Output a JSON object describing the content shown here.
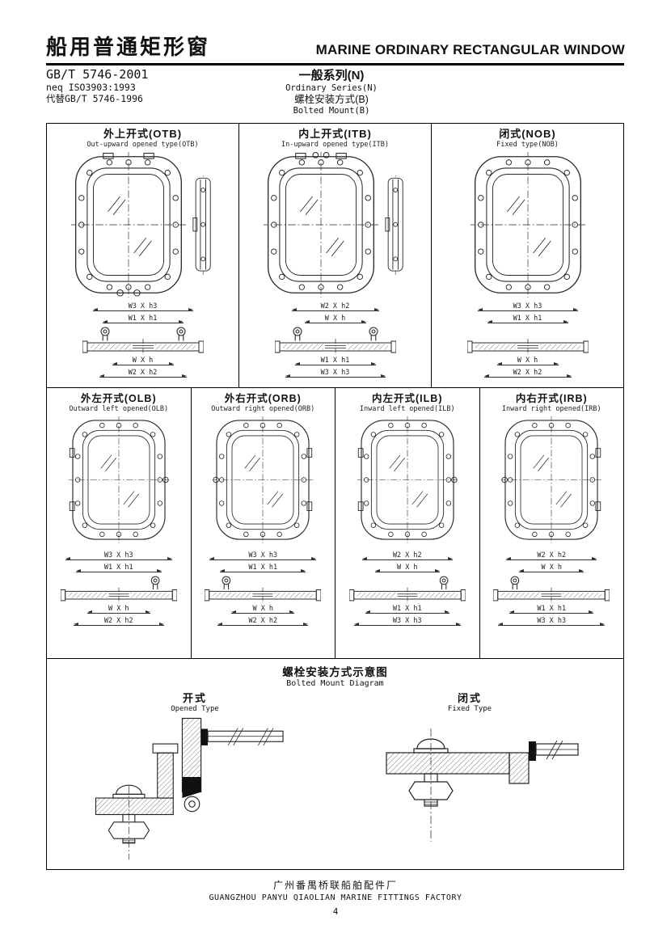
{
  "header": {
    "title_zh": "船用普通矩形窗",
    "title_en": "MARINE ORDINARY RECTANGULAR WINDOW",
    "standard": "GB/T 5746-2001",
    "neq": "neq ISO3903:1993",
    "replaces": "代替GB/T 5746-1996",
    "series_zh": "一般系列(N)",
    "series_en": "Ordinary Series(N)",
    "mount_zh": "螺栓安装方式(B)",
    "mount_en": "Bolted Mount(B)"
  },
  "cells": {
    "otb": {
      "title_zh": "外上开式(OTB)",
      "title_en": "Out-upward opened type(OTB)",
      "dims_top": [
        "W3 X h3",
        "W1 X h1"
      ],
      "dims_bottom": [
        "W X h",
        "W2 X h2"
      ]
    },
    "itb": {
      "title_zh": "内上开式(ITB)",
      "title_en": "In-upward opened type(ITB)",
      "dims_top": [
        "W2 X h2",
        "W X h"
      ],
      "dims_bottom": [
        "W1 X h1",
        "W3 X h3"
      ]
    },
    "nob": {
      "title_zh": "闭式(NOB)",
      "title_en": "Fixed type(NOB)",
      "dims_top": [
        "W3 X h3",
        "W1 X h1"
      ],
      "dims_bottom": [
        "W X h",
        "W2 X h2"
      ]
    },
    "olb": {
      "title_zh": "外左开式(OLB)",
      "title_en": "Outward left opened(OLB)",
      "dims_top": [
        "W3 X h3",
        "W1 X h1"
      ],
      "dims_bottom": [
        "W X h",
        "W2 X h2"
      ]
    },
    "orb": {
      "title_zh": "外右开式(ORB)",
      "title_en": "Outward right opened(ORB)",
      "dims_top": [
        "W3 X h3",
        "W1 X h1"
      ],
      "dims_bottom": [
        "W X h",
        "W2 X h2"
      ]
    },
    "ilb": {
      "title_zh": "内左开式(ILB)",
      "title_en": "Inward left opened(ILB)",
      "dims_top": [
        "W2 X h2",
        "W X h"
      ],
      "dims_bottom": [
        "W1 X h1",
        "W3 X h3"
      ]
    },
    "irb": {
      "title_zh": "内右开式(IRB)",
      "title_en": "Inward right opened(IRB)",
      "dims_top": [
        "W2 X h2",
        "W X h"
      ],
      "dims_bottom": [
        "W1 X h1",
        "W3 X h3"
      ]
    }
  },
  "bottom": {
    "title_zh": "螺栓安装方式示意图",
    "title_en": "Bolted Mount Diagram",
    "opened_zh": "开式",
    "opened_en": "Opened Type",
    "fixed_zh": "闭式",
    "fixed_en": "Fixed Type"
  },
  "footer": {
    "factory_zh": "广州番禺桥联船舶配件厂",
    "factory_en": "GUANGZHOU PANYU QIAOLIAN MARINE FITTINGS FACTORY",
    "page": "4"
  }
}
